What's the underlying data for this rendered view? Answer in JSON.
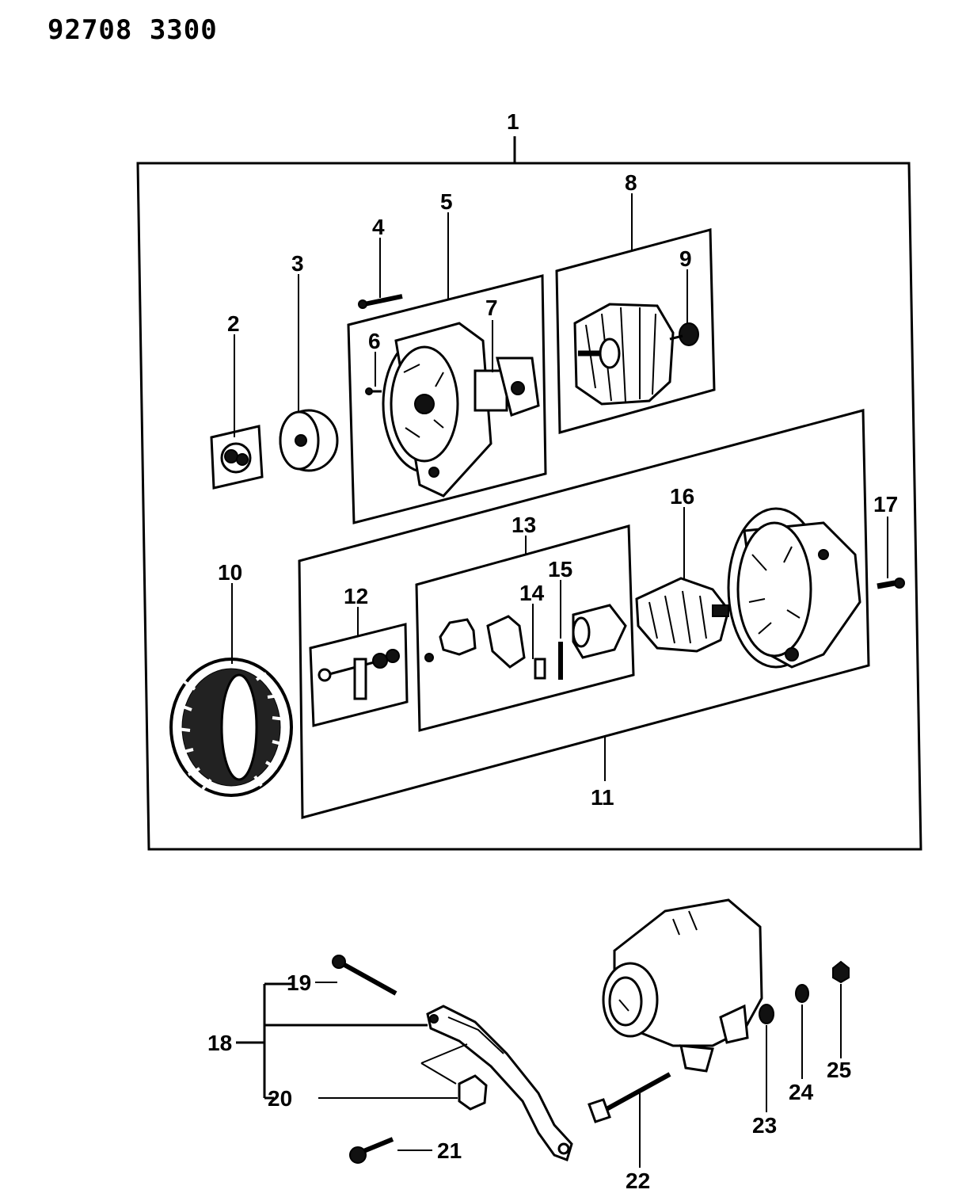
{
  "document_number": "92708 3300",
  "callouts": {
    "c1": "1",
    "c2": "2",
    "c3": "3",
    "c4": "4",
    "c5": "5",
    "c6": "6",
    "c7": "7",
    "c8": "8",
    "c9": "9",
    "c10": "10",
    "c11": "11",
    "c12": "12",
    "c13": "13",
    "c14": "14",
    "c15": "15",
    "c16": "16",
    "c17": "17",
    "c18": "18",
    "c19": "19",
    "c20": "20",
    "c21": "21",
    "c22": "22",
    "c23": "23",
    "c24": "24",
    "c25": "25"
  }
}
